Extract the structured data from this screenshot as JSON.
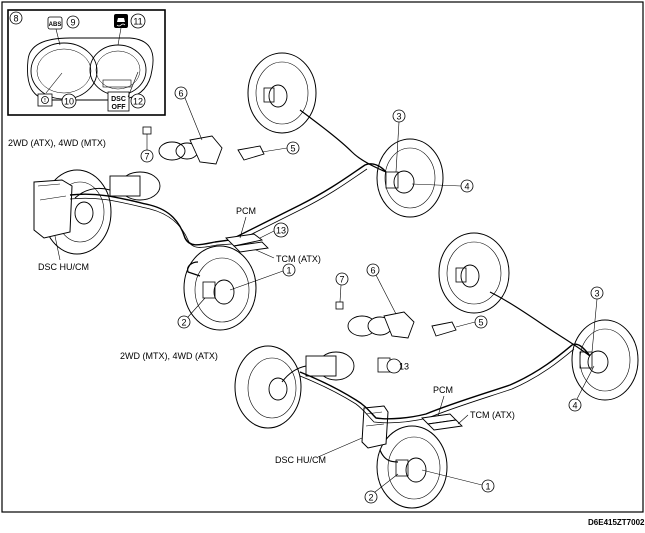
{
  "labels": {
    "config_top": "2WD (ATX), 4WD (MTX)",
    "config_bottom": "2WD (MTX), 4WD (ATX)",
    "dsc_top": "DSC HU/CM",
    "dsc_bottom": "DSC HU/CM",
    "pcm_top": "PCM",
    "pcm_bottom": "PCM",
    "tcm_top": "TCM (ATX)",
    "tcm_bottom": "TCM (ATX)",
    "figure_code": "D6E415ZT7002"
  },
  "cluster_icons": {
    "abs": "ABS",
    "dsc_off_line1": "DSC",
    "dsc_off_line2": "OFF"
  },
  "callouts": {
    "c1": "1",
    "c2": "2",
    "c3": "3",
    "c4": "4",
    "c5": "5",
    "c6": "6",
    "c7": "7",
    "c8": "8",
    "c9": "9",
    "c10": "10",
    "c11": "11",
    "c12": "12",
    "c13": "13"
  }
}
